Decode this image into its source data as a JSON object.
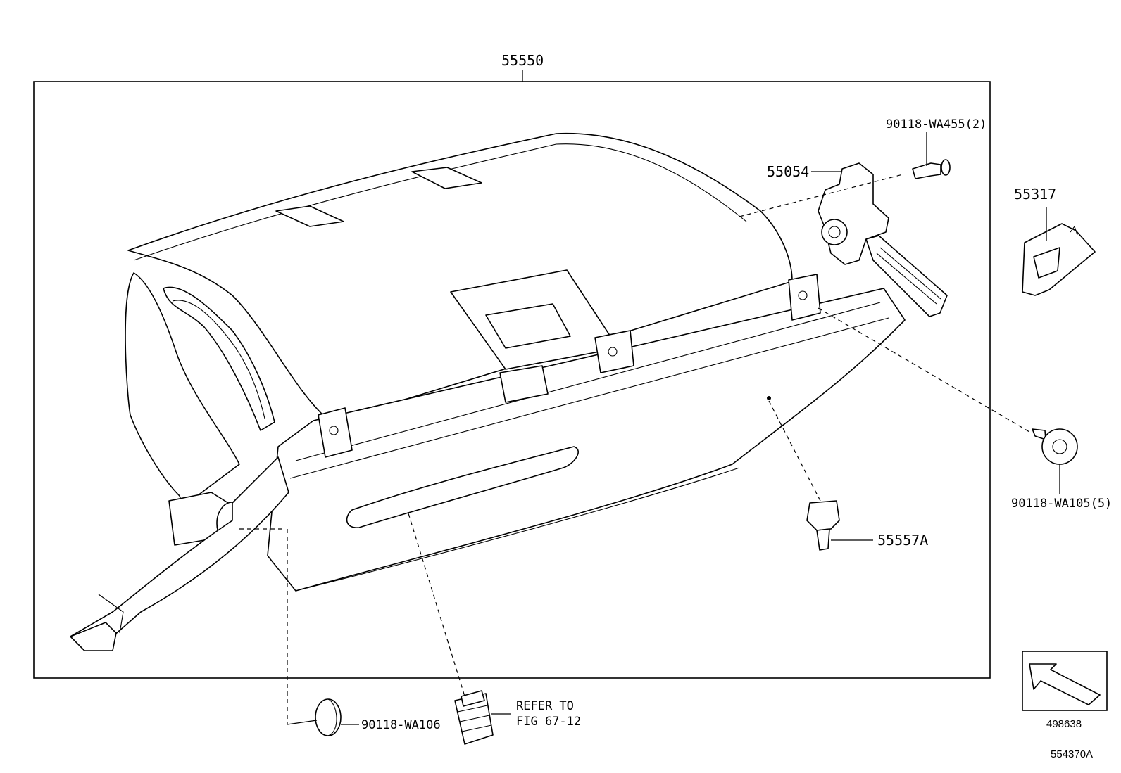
{
  "callouts": {
    "glove_box_assy": "55550",
    "lock_assy": "55054",
    "clip_top": "90118-WA455(2)",
    "striker": "55317",
    "clip_right": "90118-WA105(5)",
    "cushion": "55557A",
    "clip_bottom": "90118-WA106",
    "refer_line1": "REFER TO",
    "refer_line2": "FIG 67-12"
  },
  "orientation_box": {
    "code": "498638"
  },
  "figure_code": "554370A"
}
